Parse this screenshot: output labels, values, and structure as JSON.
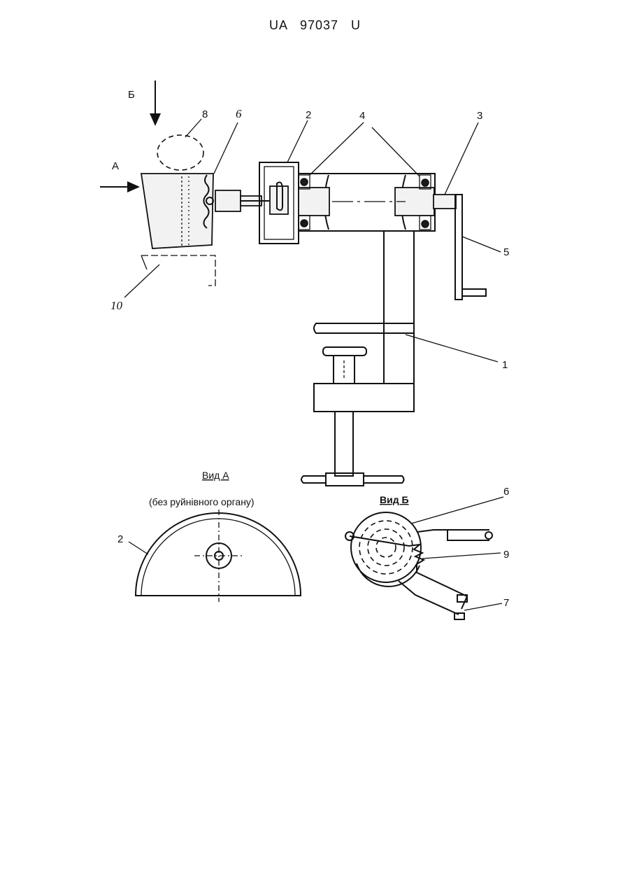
{
  "header": {
    "doc_number": "UA   97037   U"
  },
  "figure": {
    "labels": {
      "label_1": "1",
      "label_2": "2",
      "label_3": "3",
      "label_4": "4",
      "label_5": "5",
      "label_6": "6",
      "label_8": "8",
      "label_10": "10",
      "arrow_a": "А",
      "arrow_b": "Б"
    },
    "view_a": {
      "title": "Вид А",
      "subtitle": "(без руйнівного органу)",
      "label_2": "2"
    },
    "view_b": {
      "title": "Вид Б",
      "label_6": "6",
      "label_7": "7",
      "label_9": "9"
    }
  }
}
